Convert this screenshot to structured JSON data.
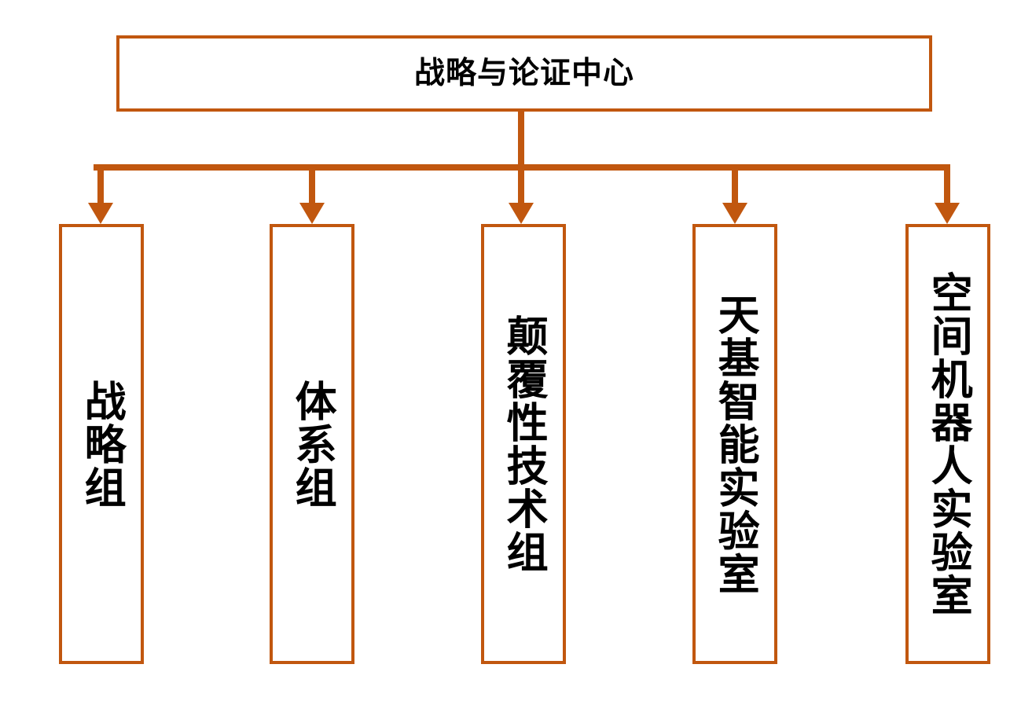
{
  "diagram": {
    "title": "战略与论证中心",
    "type": "organization-chart",
    "orientation": "top-down",
    "accent_color": "#C1570F",
    "background_color": "#FFFFFF",
    "text_color": "#000000",
    "root": {
      "label": "战略与论证中心",
      "shape": "rectangle",
      "text_direction": "horizontal"
    },
    "children": [
      {
        "label": "战略组",
        "shape": "rectangle",
        "text_direction": "vertical",
        "char_count": 3
      },
      {
        "label": "体系组",
        "shape": "rectangle",
        "text_direction": "vertical",
        "char_count": 3
      },
      {
        "label": "颠覆性技术组",
        "shape": "rectangle",
        "text_direction": "vertical",
        "char_count": 6
      },
      {
        "label": "天基智能实验室",
        "shape": "rectangle",
        "text_direction": "vertical",
        "char_count": 7
      },
      {
        "label": "空间机器人实验室",
        "shape": "rectangle",
        "text_direction": "vertical",
        "char_count": 8
      }
    ],
    "connectors": {
      "style": "elbow-with-arrowhead",
      "arrowhead": "filled-triangle",
      "count": 5,
      "color": "#C1570F"
    }
  }
}
